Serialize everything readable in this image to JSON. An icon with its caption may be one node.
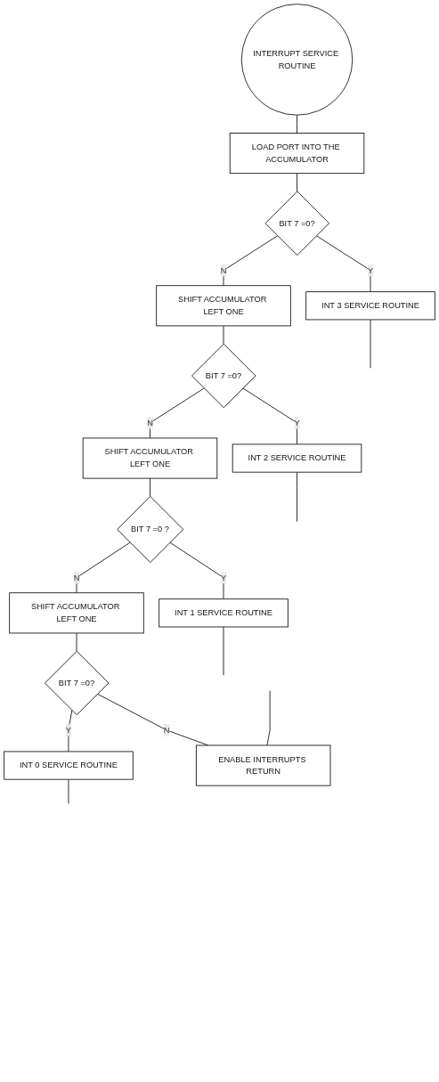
{
  "diagram": {
    "nodes": [
      {
        "text": [
          "INTERRUPT SERVICE ROUTINE"
        ]
      },
      {
        "text": [
          "LOAD PORT INTO THE ACCUMULATOR"
        ]
      },
      {
        "text": [
          "BIT 7 =0?"
        ]
      },
      {
        "text": [
          "INT 3 SERVICE ROUTINE"
        ]
      },
      {
        "text": [
          "SHIFT ACCUMULATOR LEFT ONE"
        ]
      },
      {
        "text": [
          "BIT 7 =0?"
        ]
      },
      {
        "text": [
          "INT 2 SERVICE ROUTINE"
        ]
      },
      {
        "text": [
          "SHIFT ACCUMULATOR LEFT ONE"
        ]
      },
      {
        "text": [
          "BIT 7 =0 ?"
        ]
      },
      {
        "text": [
          "INT 1 SERVICE ROUTINE"
        ]
      },
      {
        "text": [
          "SHIFT ACCUMULATOR LEFT ONE"
        ]
      },
      {
        "text": [
          "BIT 7 =0?"
        ]
      },
      {
        "text": [
          "INT 0 SERVICE ROUTINE"
        ]
      },
      {
        "text": [
          "ENABLE INTERRUPTS RETURN"
        ]
      }
    ],
    "edges": [
      {
        "from": 0,
        "to": 1,
        "arrow": "none"
      },
      {
        "from": 1,
        "to": 2,
        "arrow": "none"
      },
      {
        "from": 2,
        "to": 3,
        "label": "Y",
        "arrow": "none"
      },
      {
        "from": 2,
        "to": 4,
        "label": "N",
        "arrow": "none"
      },
      {
        "from": 4,
        "to": 5,
        "arrow": "none"
      },
      {
        "from": 5,
        "to": 6,
        "label": "Y",
        "arrow": "none"
      },
      {
        "from": 5,
        "to": 7,
        "label": "N",
        "arrow": "none"
      },
      {
        "from": 7,
        "to": 8,
        "arrow": "none"
      },
      {
        "from": 8,
        "to": 9,
        "label": "Y",
        "arrow": "none"
      },
      {
        "from": 8,
        "to": 10,
        "label": "N",
        "arrow": "none"
      },
      {
        "from": 10,
        "to": 11,
        "arrow": "none"
      },
      {
        "from": 11,
        "to": 12,
        "label": "Y",
        "arrow": "none"
      },
      {
        "from": 11,
        "to": 13,
        "label": "N",
        "arrow": "none"
      },
      {
        "from": 3,
        "to": null,
        "arrow": "none"
      },
      {
        "from": 6,
        "to": null,
        "arrow": "none"
      },
      {
        "from": 9,
        "to": null,
        "arrow": "none"
      },
      {
        "from": 12,
        "to": null,
        "arrow": "none"
      },
      {
        "from": null,
        "to": 13,
        "arrow": "none"
      }
    ]
  }
}
